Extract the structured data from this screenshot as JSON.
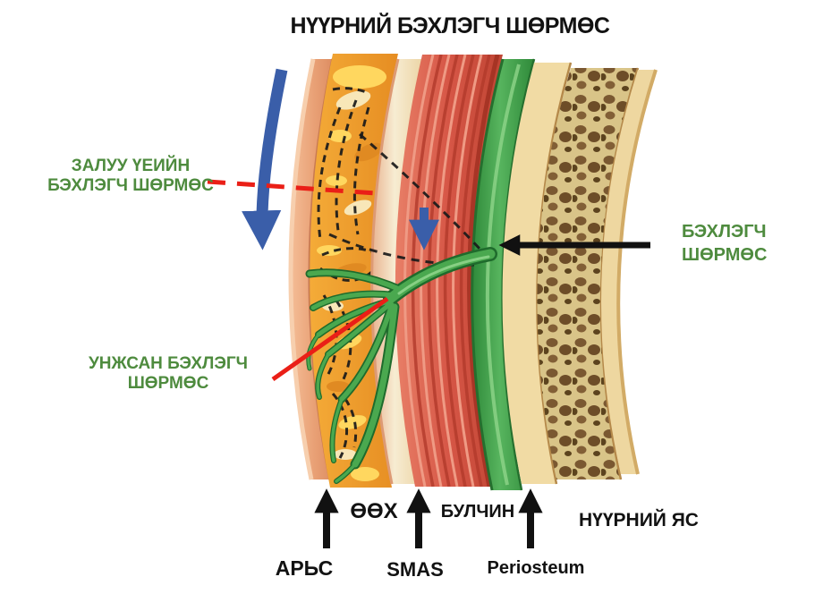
{
  "title": "НҮҮРНИЙ БЭХЛЭГЧ ШӨРМӨС",
  "annotations": {
    "young_ligament": {
      "line1": "ЗАЛУУ ҮЕИЙН",
      "line2": "БЭХЛЭГЧ ШӨРМӨС"
    },
    "retaining_ligament": {
      "line1": "БЭХЛЭГЧ",
      "line2": "ШӨРМӨС"
    },
    "hanging_ligament": {
      "line1": "УНЖСАН БЭХЛЭГЧ",
      "line2": "ШӨРМӨС"
    }
  },
  "layer_labels": {
    "fat": "ӨӨХ",
    "muscle": "БУЛЧИН",
    "facial_bone": "НҮҮРНИЙ ЯС",
    "skin": "АРЬС",
    "smas": "SMAS",
    "periosteum": "Periosteum"
  },
  "colors": {
    "label_green": "#4e8b3e",
    "label_black": "#121212",
    "arrow_blue": "#3a5ea9",
    "line_red": "#ea1f17",
    "arrow_black": "#111111",
    "skin": "#eba57d",
    "fat": "#efa02f",
    "smas": "#f3e4c4",
    "muscle": "#d8604b",
    "periosteum_green": "#3f9b4a",
    "bone_cortex": "#f1dba4",
    "trabecular_dark": "#7a5831"
  }
}
